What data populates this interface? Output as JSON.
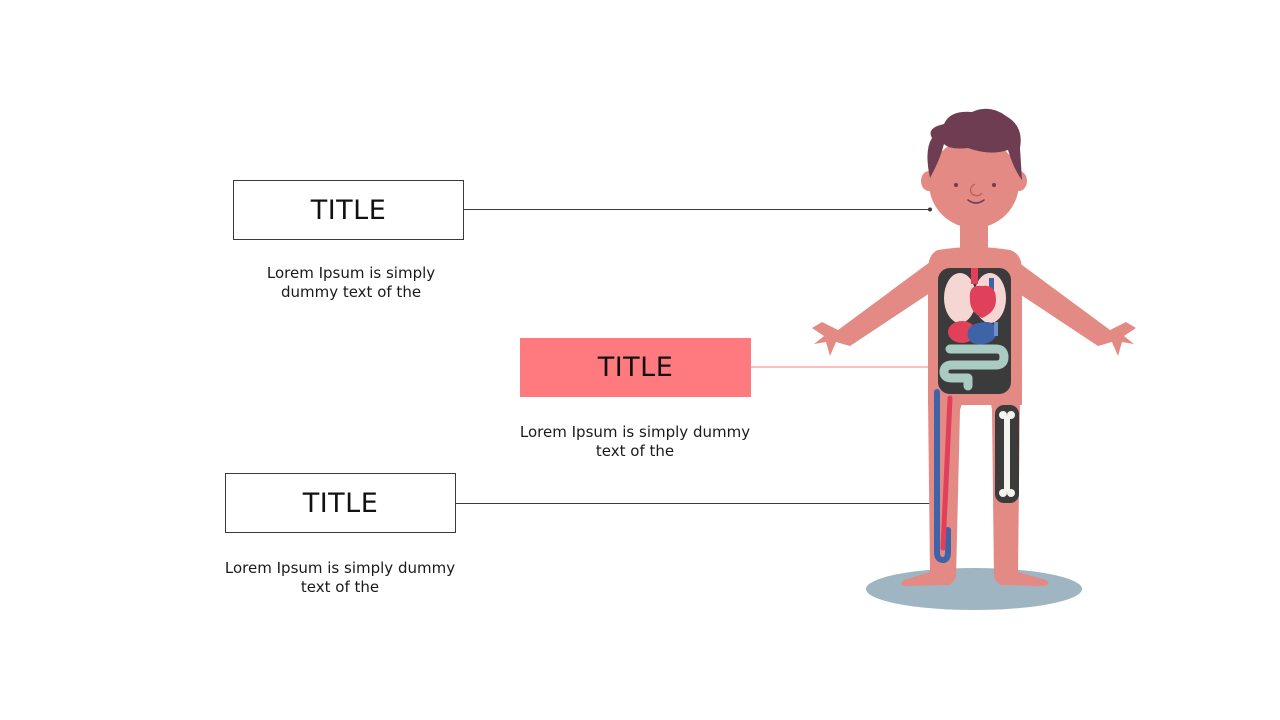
{
  "colors": {
    "accent_box": "#ff7a7f",
    "skin": "#e38a84",
    "hair": "#6e3d52",
    "torso_panel": "#3b3b3b",
    "shadow": "#9fb6c2",
    "vein_blue": "#3e63a6",
    "artery_red": "#e0405a",
    "bone": "#f3f3ef",
    "intestine": "#a9cbc2"
  },
  "callouts": [
    {
      "title": "TITLE",
      "text": "Lorem Ipsum is simply dummy text of the",
      "style": "outline"
    },
    {
      "title": "TITLE",
      "text": "Lorem Ipsum is simply dummy text of the",
      "style": "filled"
    },
    {
      "title": "TITLE",
      "text": "Lorem Ipsum is simply dummy text of the",
      "style": "outline"
    }
  ],
  "illustration": {
    "icon": "human-body-anatomy-illustration"
  }
}
